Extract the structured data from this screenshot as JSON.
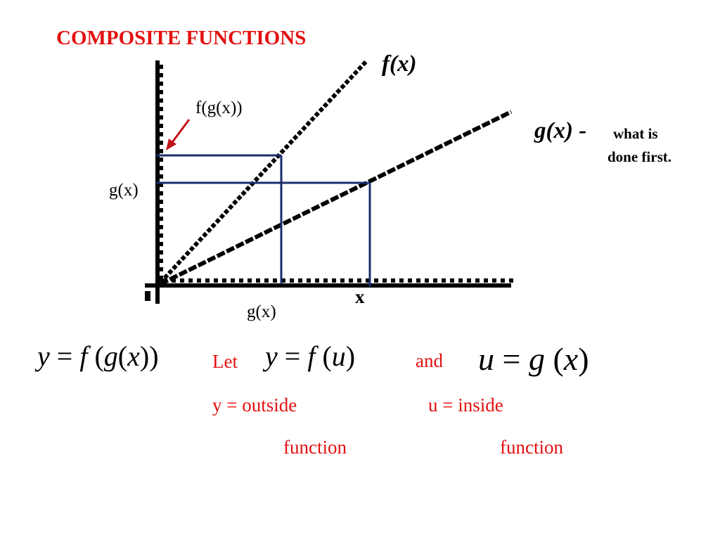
{
  "title": "COMPOSITE FUNCTIONS",
  "curves": {
    "f_label": "f(x)",
    "g_label": "g(x) -",
    "g_note_line1": "what is",
    "g_note_line2": "done first."
  },
  "labels": {
    "fgx": "f(g(x))",
    "gx_on_y_axis": "g(x)",
    "gx_on_x_axis": "g(x)",
    "x_on_x_axis": "x"
  },
  "equations": {
    "composite": {
      "y": "y",
      "eq": " = ",
      "f": "f",
      "open": " (",
      "g": "g",
      "open2": "(",
      "x": "x",
      "close": "))"
    },
    "let_word": "Let",
    "y_of_u": {
      "y": "y",
      "eq": " = ",
      "f": "f",
      "open": " (",
      "u": "u",
      "close": ")"
    },
    "and_word": "and",
    "u_of_x": {
      "u": "u",
      "eq": " = ",
      "g": "g",
      "open": " (",
      "x": "x",
      "close": ")"
    }
  },
  "explanations": {
    "outside": "y = outside",
    "outside_function": "function",
    "inside": "u = inside",
    "inside_function": "function"
  },
  "colors": {
    "title": "#e31010",
    "guide_lines": "#1a2e6e",
    "arrow": "#c0141c",
    "axes": "#000000"
  }
}
